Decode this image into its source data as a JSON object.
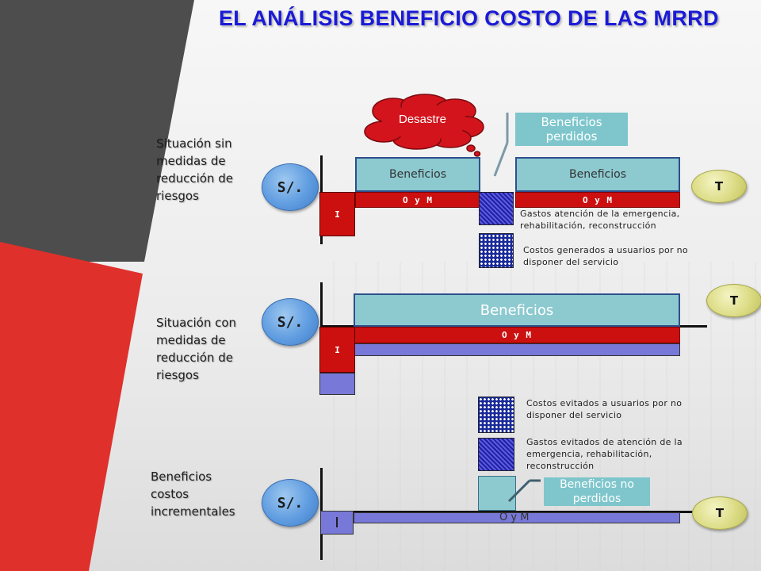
{
  "title": "EL ANÁLISIS BENEFICIO COSTO DE LAS MRRD",
  "currency_label": "S/.",
  "time_label": "T",
  "disaster": "Desastre",
  "lost_benefits": "Beneficios perdidos",
  "scenario_without": {
    "label": "Situación sin medidas de reducción de riesgos",
    "benefits_before": "Beneficios",
    "benefits_after": "Beneficios",
    "om_before": "O y M",
    "om_after": "O y M",
    "investment": "I",
    "emergency_costs": "Gastos atención de la emergencia, rehabilitación, reconstrucción",
    "user_costs": "Costos generados a usuarios por no disponer del servicio"
  },
  "scenario_with": {
    "label": "Situación con medidas de reducción de riesgos",
    "benefits": "Beneficios",
    "om": "O y M",
    "investment": "I"
  },
  "incremental": {
    "label": "Beneficios costos incrementales",
    "avoided_user_costs": "Costos evitados a usuarios por no disponer del servicio",
    "avoided_emergency_costs": "Gastos evitados de atención de la emergencia, rehabilitación, reconstrucción",
    "not_lost_benefits": "Beneficios no perdidos",
    "investment": "I",
    "om": "O y M"
  },
  "colors": {
    "title": "#1a1ad6",
    "benefits": "#8ccad0",
    "om": "#cc1010",
    "investment": "#cc1010",
    "incremental_cost": "#7878d8",
    "left_gray_band": "#4d4d4d",
    "left_red_band": "#e0302c"
  },
  "icons": [
    "cloud-burst-icon",
    "currency-coin-icon",
    "time-coin-icon"
  ]
}
